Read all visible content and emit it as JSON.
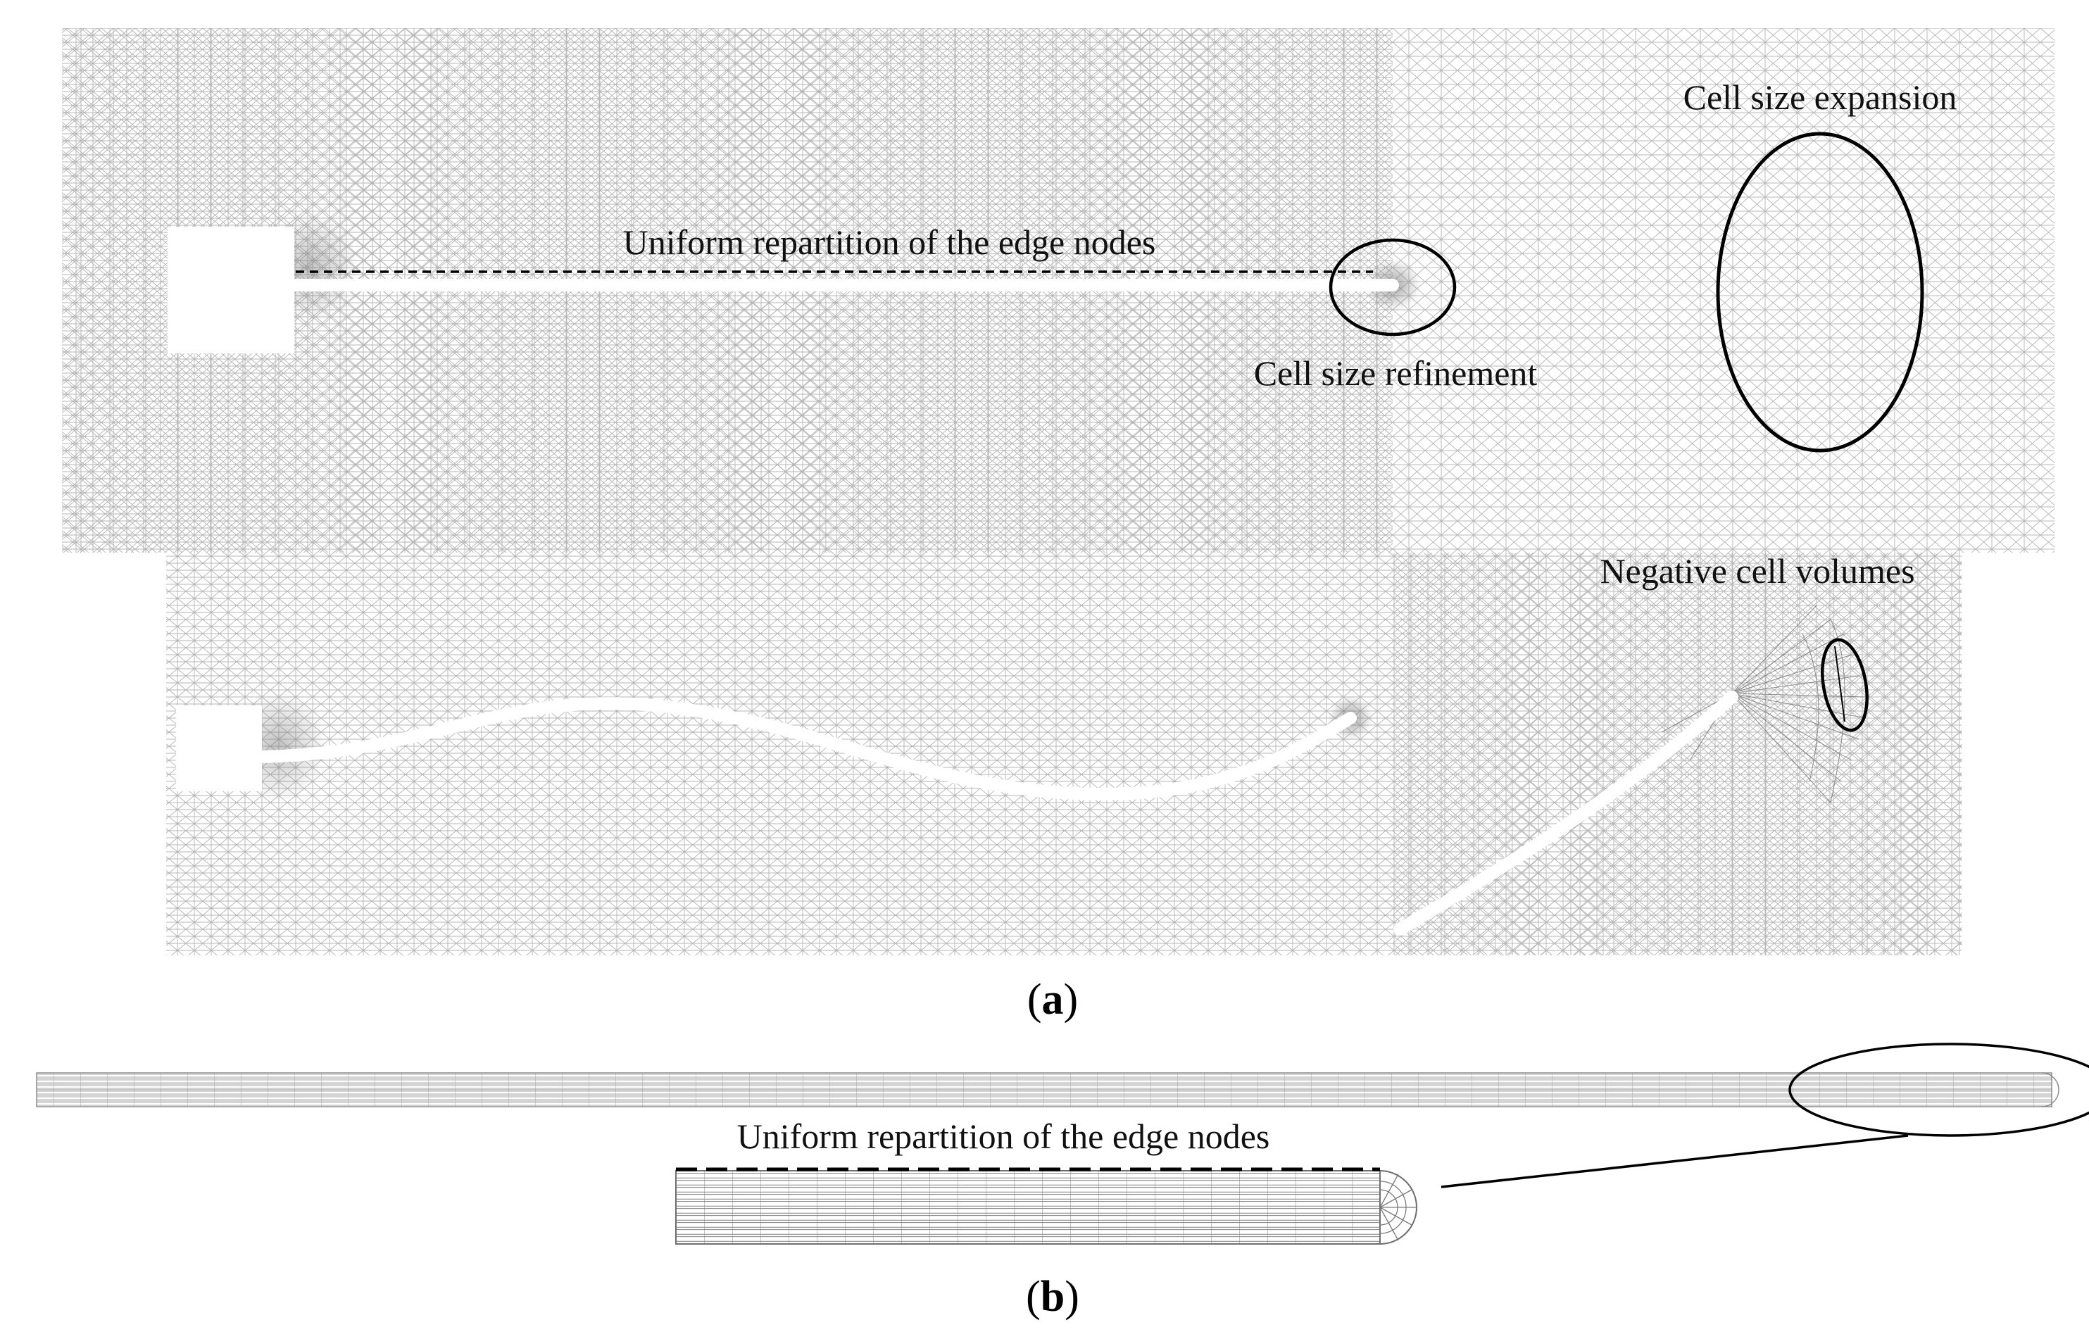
{
  "panel_a": {
    "label_open": "(",
    "label_letter": "a",
    "label_close": ")",
    "annotations": {
      "uniform_edge_nodes": "Uniform repartition of the edge nodes",
      "cell_size_refinement": "Cell size refinement",
      "cell_size_expansion": "Cell size expansion",
      "negative_cell_volumes": "Negative cell volumes"
    }
  },
  "panel_b": {
    "label_open": "(",
    "label_letter": "b",
    "label_close": ")",
    "annotations": {
      "uniform_edge_nodes": "Uniform repartition of the edge nodes"
    }
  },
  "colors": {
    "mesh": "#b4b4b4",
    "mesh_dense": "#8a8a8a",
    "outline": "#000000",
    "background": "#ffffff"
  }
}
